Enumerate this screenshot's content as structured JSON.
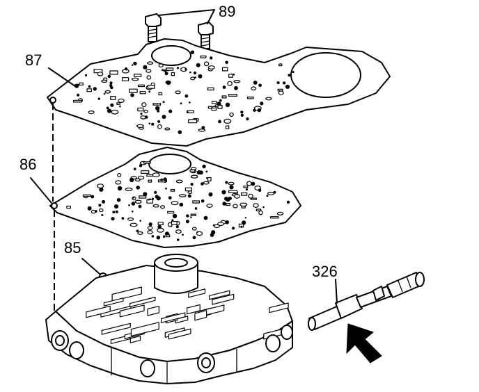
{
  "diagram": {
    "callouts": {
      "bolts": "89",
      "spacer_plate_gasket_upper": "87",
      "spacer_plate_gasket_lower": "86",
      "check_ball": "85",
      "valve_tool": "326"
    }
  }
}
